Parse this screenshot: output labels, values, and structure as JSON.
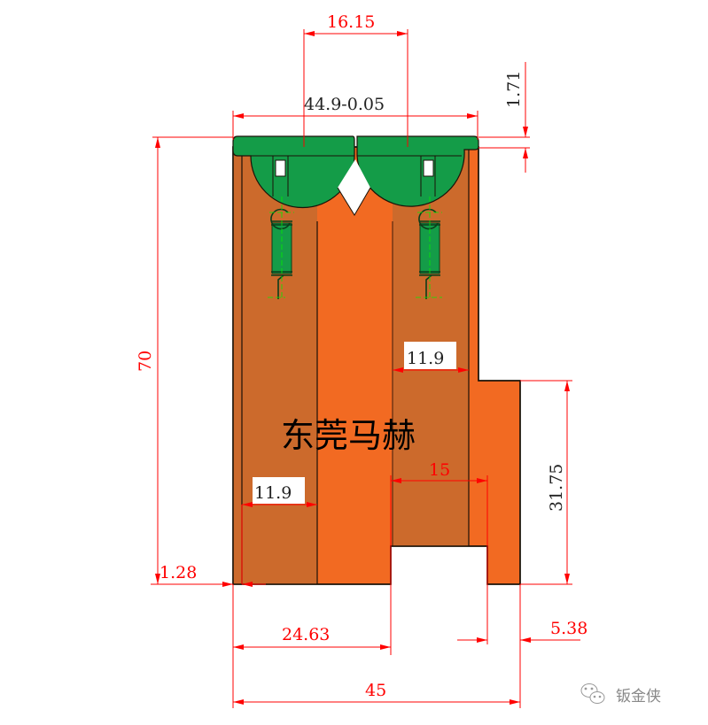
{
  "colors": {
    "body_dark": "#cc6a2c",
    "body_light": "#f26a22",
    "green": "#149c48",
    "dimension": "#ff0000",
    "outline": "#1a1208"
  },
  "label": "东莞马赫",
  "dimensions": {
    "top_center_spacing": "16.15",
    "top_width": "44.9-0.05",
    "top_thickness": "1.71",
    "height": "70",
    "left_offset": "1.28",
    "left_slot_width": "11.9",
    "right_slot_width": "11.9",
    "step_height": "31.75",
    "notch_width": "15",
    "left_to_notch": "24.63",
    "right_leg_width": "5.38",
    "overall_width": "45"
  },
  "watermark": {
    "icon": "wechat-icon",
    "text": "钣金侠"
  }
}
